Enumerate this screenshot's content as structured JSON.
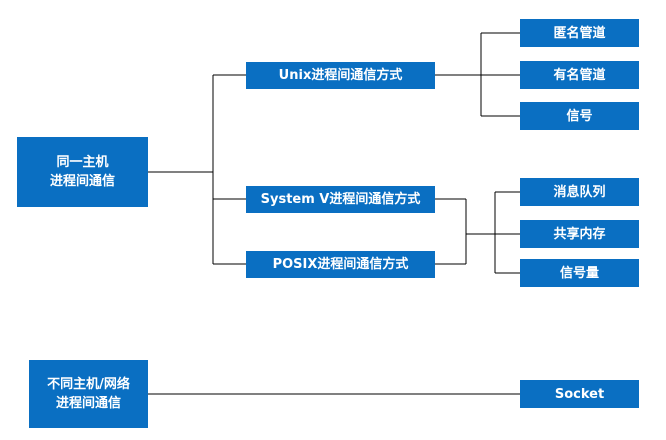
{
  "nodes": {
    "same_host_ipc": "同一主机\n进程间通信",
    "unix_ipc": "Unix进程间通信方式",
    "system_v_ipc": "System V进程间通信方式",
    "posix_ipc": "POSIX进程间通信方式",
    "anonymous_pipe": "匿名管道",
    "named_pipe": "有名管道",
    "signal": "信号",
    "message_queue": "消息队列",
    "shared_memory": "共享内存",
    "semaphore": "信号量",
    "network_ipc": "不同主机/网络\n进程间通信",
    "socket": "Socket"
  },
  "colors": {
    "node_fill": "#0a6fc2",
    "node_text": "#ffffff",
    "connector": "#000000"
  }
}
